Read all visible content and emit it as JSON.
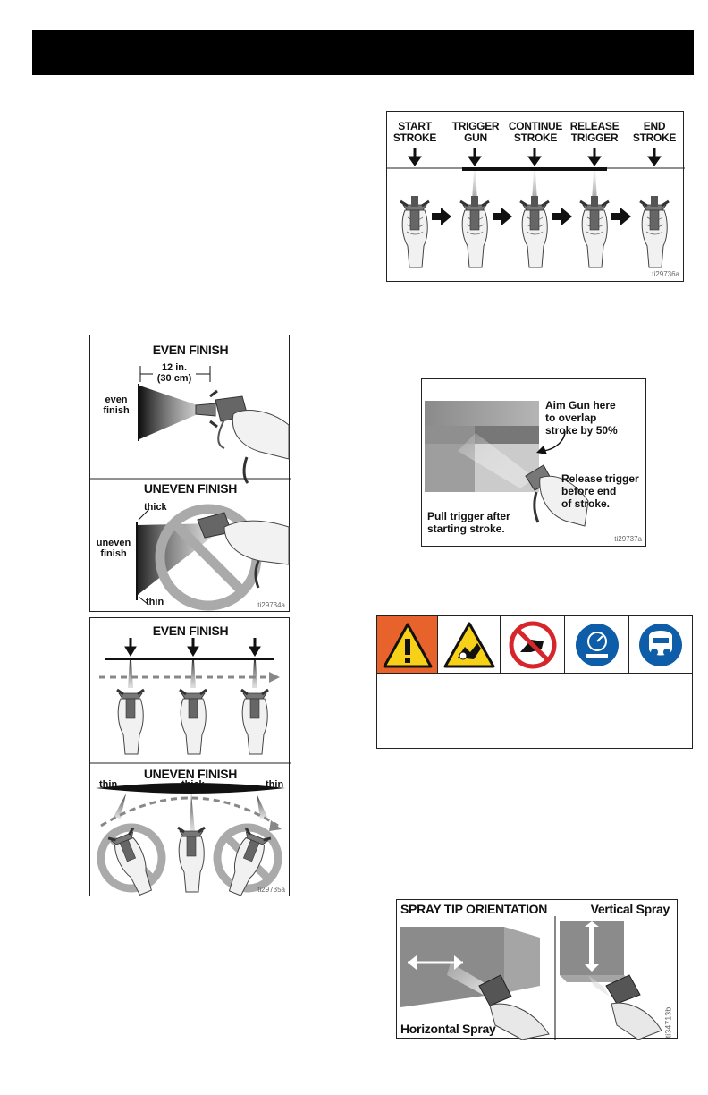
{
  "header": {
    "title": ""
  },
  "strokes": {
    "labels": [
      "START STROKE",
      "TRIGGER GUN",
      "CONTINUE STROKE",
      "RELEASE TRIGGER",
      "END STROKE"
    ],
    "l1": [
      "START",
      "STROKE"
    ],
    "l2": [
      "TRIGGER",
      "GUN"
    ],
    "l3": [
      "CONTINUE",
      "STROKE"
    ],
    "l4": [
      "RELEASE",
      "TRIGGER"
    ],
    "l5": [
      "END",
      "STROKE"
    ],
    "code": "ti29736a"
  },
  "even_uneven": {
    "even_title": "EVEN FINISH",
    "distance_line1": "12 in.",
    "distance_line2": "(30 cm)",
    "even_label_1": "even",
    "even_label_2": "finish",
    "uneven_title": "UNEVEN FINISH",
    "thick": "thick",
    "uneven_label_1": "uneven",
    "uneven_label_2": "finish",
    "thin": "thin",
    "code": "ti29734a"
  },
  "overlap": {
    "aim_1": "Aim Gun here",
    "aim_2": "to overlap",
    "aim_3": "stroke by 50%",
    "release_1": "Release trigger",
    "release_2": "before end",
    "release_3": "of stroke.",
    "pull_1": "Pull trigger after",
    "pull_2": "starting stroke.",
    "code": "ti29737a"
  },
  "pass": {
    "even_title": "EVEN FINISH",
    "uneven_title": "UNEVEN FINISH",
    "thin_left": "thin",
    "thick": "thick",
    "thin_right": "thin",
    "code": "ti29735a"
  },
  "warning": {
    "icons": [
      "warning-icon",
      "skin-injection-icon",
      "no-hand-icon",
      "pressure-relief-icon",
      "respirator-icon"
    ],
    "colors": {
      "orange": "#E8632B",
      "yellow": "#F7D117",
      "red": "#D7262B",
      "blue": "#0E5DA8"
    }
  },
  "orientation": {
    "title": "SPRAY TIP ORIENTATION",
    "vertical": "Vertical Spray",
    "horizontal": "Horizontal Spray",
    "code": "ti34713b"
  }
}
